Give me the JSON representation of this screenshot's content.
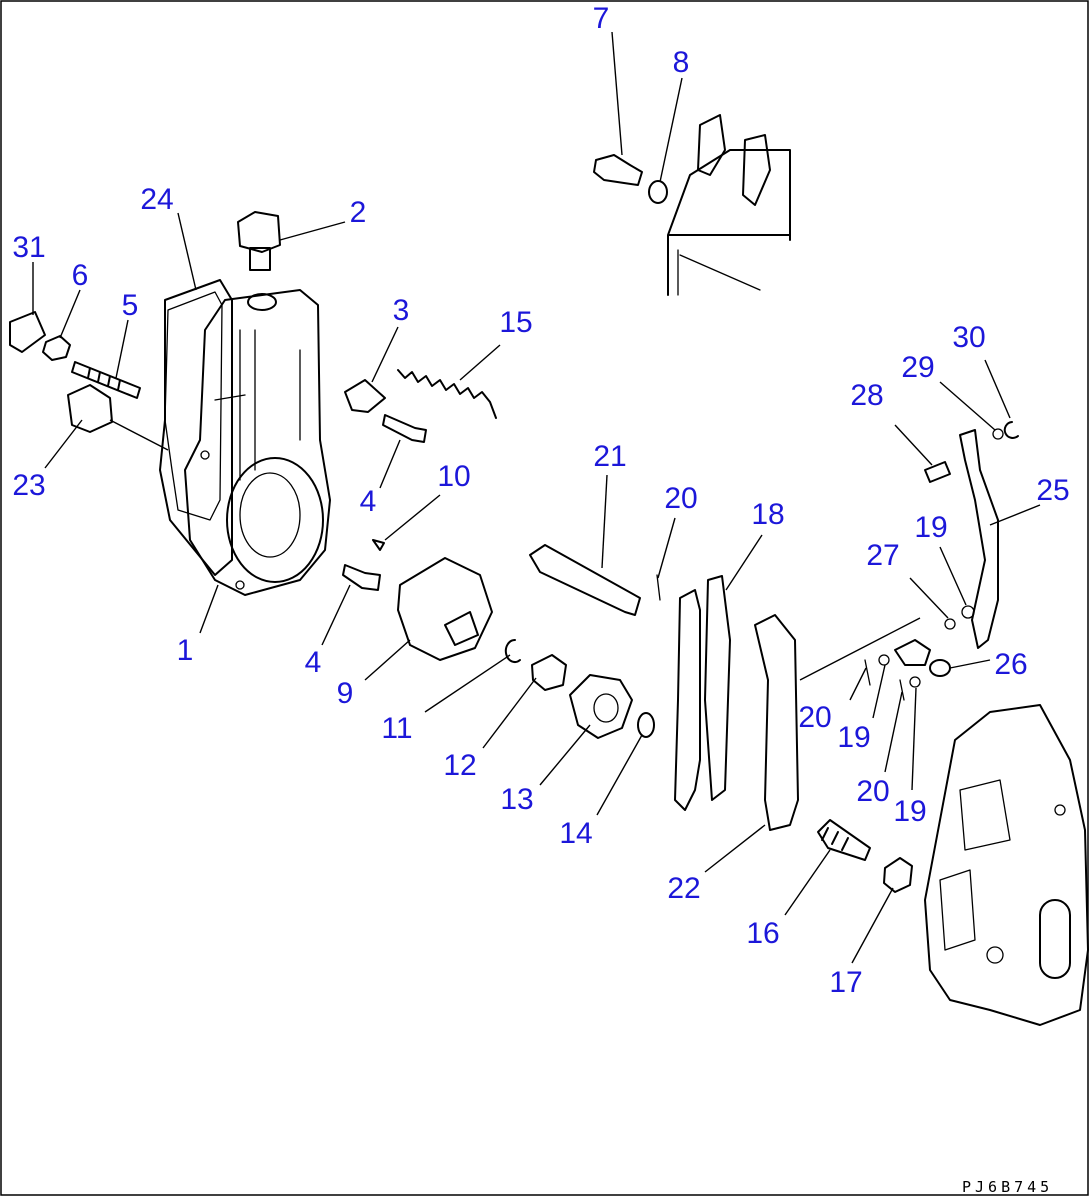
{
  "drawing_code": "PJ6B745",
  "callouts": [
    {
      "id": "c1",
      "text": "1"
    },
    {
      "id": "c2",
      "text": "2"
    },
    {
      "id": "c3",
      "text": "3"
    },
    {
      "id": "c4a",
      "text": "4"
    },
    {
      "id": "c4b",
      "text": "4"
    },
    {
      "id": "c5",
      "text": "5"
    },
    {
      "id": "c6",
      "text": "6"
    },
    {
      "id": "c7",
      "text": "7"
    },
    {
      "id": "c8",
      "text": "8"
    },
    {
      "id": "c9",
      "text": "9"
    },
    {
      "id": "c10",
      "text": "10"
    },
    {
      "id": "c11",
      "text": "11"
    },
    {
      "id": "c12",
      "text": "12"
    },
    {
      "id": "c13",
      "text": "13"
    },
    {
      "id": "c14",
      "text": "14"
    },
    {
      "id": "c15",
      "text": "15"
    },
    {
      "id": "c16",
      "text": "16"
    },
    {
      "id": "c17",
      "text": "17"
    },
    {
      "id": "c18",
      "text": "18"
    },
    {
      "id": "c19a",
      "text": "19"
    },
    {
      "id": "c19b",
      "text": "19"
    },
    {
      "id": "c19c",
      "text": "19"
    },
    {
      "id": "c20a",
      "text": "20"
    },
    {
      "id": "c20b",
      "text": "20"
    },
    {
      "id": "c20c",
      "text": "20"
    },
    {
      "id": "c21",
      "text": "21"
    },
    {
      "id": "c22",
      "text": "22"
    },
    {
      "id": "c23",
      "text": "23"
    },
    {
      "id": "c24",
      "text": "24"
    },
    {
      "id": "c25",
      "text": "25"
    },
    {
      "id": "c26",
      "text": "26"
    },
    {
      "id": "c27",
      "text": "27"
    },
    {
      "id": "c28",
      "text": "28"
    },
    {
      "id": "c29",
      "text": "29"
    },
    {
      "id": "c30",
      "text": "30"
    },
    {
      "id": "c31",
      "text": "31"
    }
  ],
  "colors": {
    "callout": "#1c17d9",
    "line": "#000000"
  }
}
